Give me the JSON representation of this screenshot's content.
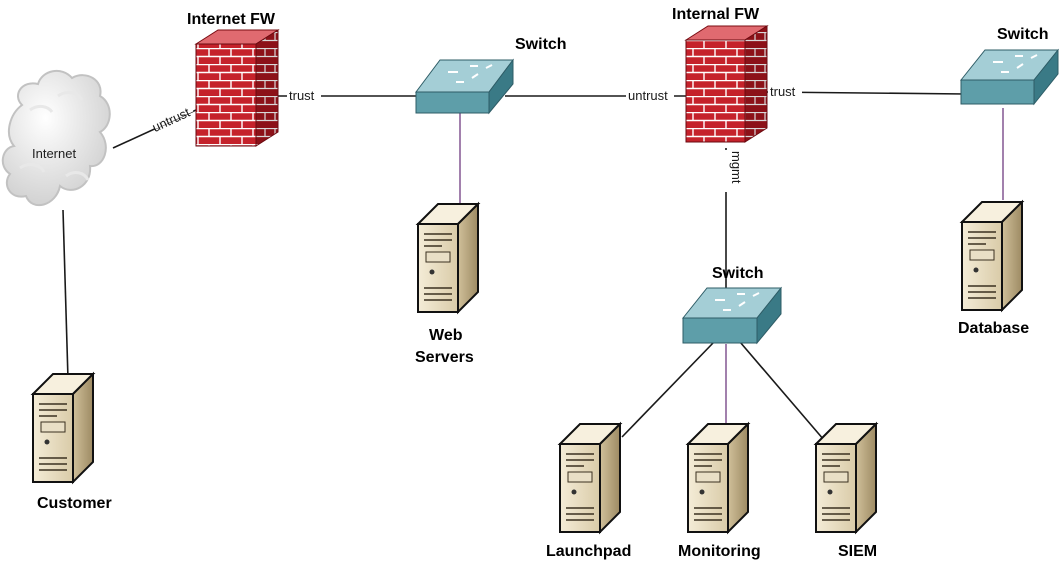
{
  "nodes": {
    "internet": {
      "label": "Internet"
    },
    "internet_fw": {
      "label": "Internet FW"
    },
    "switch_dmz": {
      "label": "Switch"
    },
    "internal_fw": {
      "label": "Internal FW"
    },
    "switch_db": {
      "label": "Switch"
    },
    "switch_mgmt": {
      "label": "Switch"
    },
    "web_servers": {
      "label_line1": "Web",
      "label_line2": "Servers"
    },
    "database": {
      "label": "Database"
    },
    "customer": {
      "label": "Customer"
    },
    "launchpad": {
      "label": "Launchpad"
    },
    "monitoring": {
      "label": "Monitoring"
    },
    "siem": {
      "label": "SIEM"
    }
  },
  "ports": {
    "inet_fw_untrust": "untrust",
    "inet_fw_trust": "trust",
    "int_fw_untrust": "untrust",
    "int_fw_trust": "trust",
    "int_fw_mgmt": "mgmt"
  }
}
